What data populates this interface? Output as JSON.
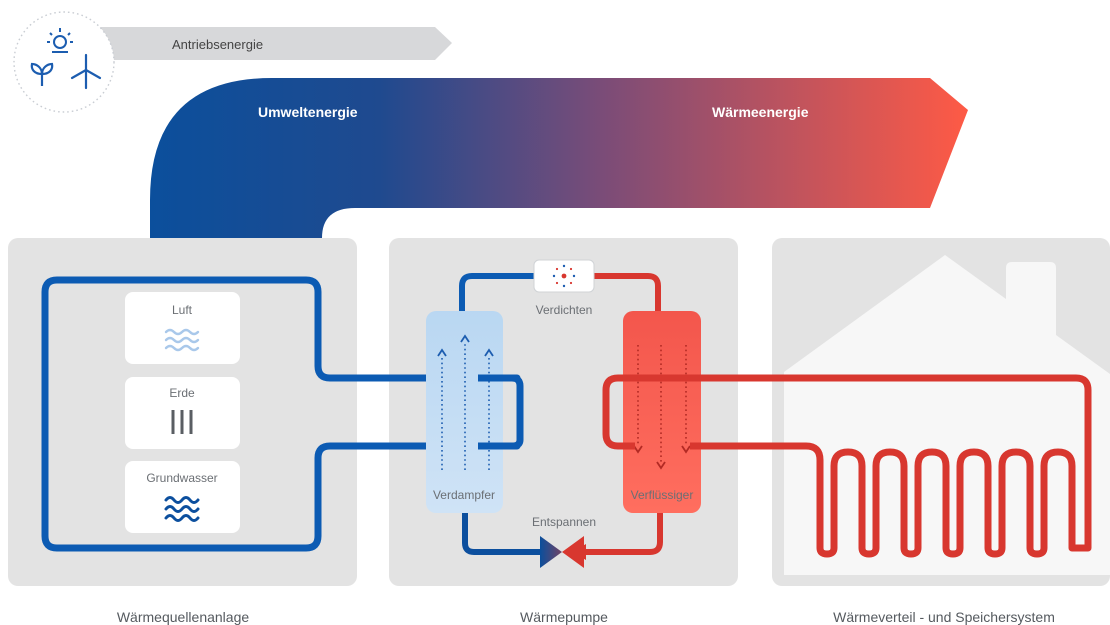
{
  "flow": {
    "drive_energy": "Antriebsenergie",
    "environment_energy": "Umweltenergie",
    "heat_energy": "Wärmeenergie"
  },
  "sources": [
    {
      "label": "Luft",
      "icon": "air-waves-icon"
    },
    {
      "label": "Erde",
      "icon": "earth-probes-icon"
    },
    {
      "label": "Grundwasser",
      "icon": "water-waves-icon"
    }
  ],
  "heat_pump": {
    "compress": "Verdichten",
    "evaporator": "Verdampfer",
    "condenser": "Verflüssiger",
    "expand": "Entspannen"
  },
  "captions": {
    "source_system": "Wärmequellenanlage",
    "heat_pump": "Wärmepumpe",
    "distribution": "Wärmeverteil - und Speichersystem"
  },
  "colors": {
    "cold": "#0b4f9c",
    "hot": "#e8423a",
    "panel": "#e3e3e3"
  }
}
